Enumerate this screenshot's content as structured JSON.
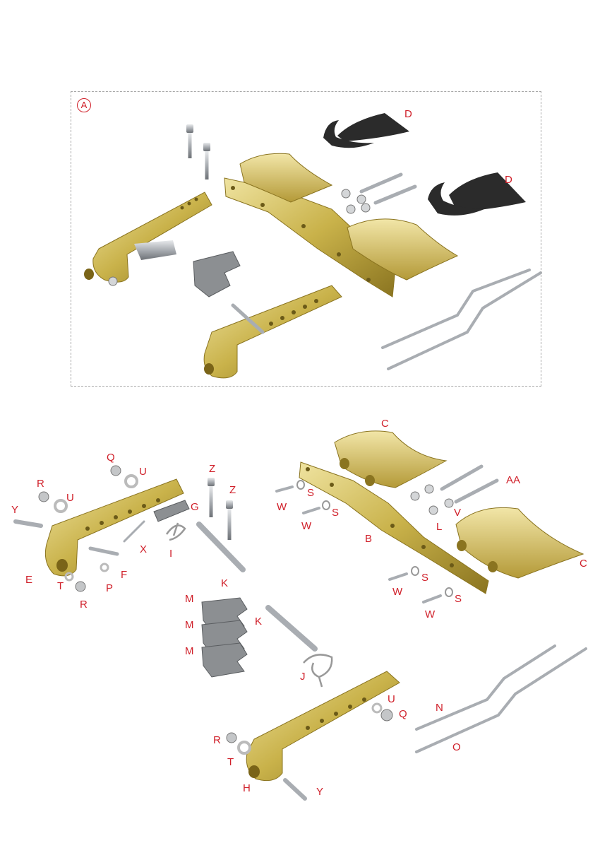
{
  "kit": {
    "label": "A"
  },
  "labels": {
    "kit_D1": "D",
    "kit_D2": "D",
    "C_top": "C",
    "Q_top": "Q",
    "U_top": "U",
    "R_top": "R",
    "U_left": "U",
    "Z1": "Z",
    "Z2": "Z",
    "Y_left": "Y",
    "G": "G",
    "W1": "W",
    "S1": "S",
    "AA": "AA",
    "W2": "W",
    "S2": "S",
    "V": "V",
    "L": "L",
    "X": "X",
    "I": "I",
    "B": "B",
    "C_right": "C",
    "E": "E",
    "F": "F",
    "T_left": "T",
    "P": "P",
    "R_left": "R",
    "K1": "K",
    "S3": "S",
    "W3": "W",
    "S4": "S",
    "W4": "W",
    "M1": "M",
    "K2": "K",
    "M2": "M",
    "M3": "M",
    "J": "J",
    "U_right": "U",
    "Q_right": "Q",
    "N": "N",
    "R_bottom": "R",
    "T_bottom": "T",
    "O": "O",
    "H": "H",
    "Y_bottom": "Y"
  },
  "colors": {
    "label": "#d0202a",
    "brass": "#c9b24a",
    "brass_dark": "#8a7420",
    "steel": "#b9bcc0",
    "pad": "#2b2b2b"
  }
}
